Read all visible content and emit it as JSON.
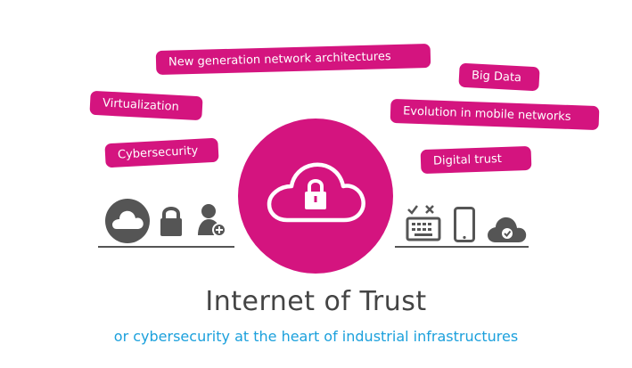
{
  "tags": {
    "new_gen": "New generation network architectures",
    "big_data": "Big Data",
    "virtualization": "Virtualization",
    "evolution": "Evolution in mobile networks",
    "cybersecurity": "Cybersecurity",
    "digital_trust": "Digital trust"
  },
  "hub": {
    "icon": "cloud-lock-icon"
  },
  "left_icons": [
    "cloud-icon",
    "padlock-icon",
    "add-user-icon"
  ],
  "right_icons": [
    "check-cross-keyboard-icon",
    "smartphone-icon",
    "cloud-check-icon"
  ],
  "title": "Internet of Trust",
  "subtitle": "or cybersecurity at the heart of industrial infrastructures",
  "colors": {
    "accent": "#d4147f",
    "subtitle": "#1ba0dc",
    "icons": "#555555",
    "title": "#444444"
  }
}
